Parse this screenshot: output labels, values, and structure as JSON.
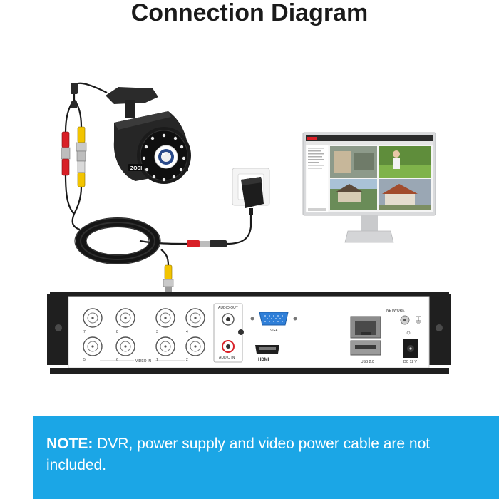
{
  "title": "Connection Diagram",
  "note": {
    "label": "NOTE:",
    "text": " DVR, power supply and video power cable are not included."
  },
  "camera": {
    "brand": "ZOSI"
  },
  "dvr": {
    "labels": {
      "audio_out": "AUDIO OUT",
      "audio_in": "AUDIO IN",
      "vga": "VGA",
      "hdmi": "HDMI",
      "network": "NETWORK",
      "usb": "USB 2.0",
      "dc": "DC 12 V",
      "video_in": "VIDEO IN"
    },
    "channels_top": [
      "7",
      "8",
      "3",
      "4"
    ],
    "channels_bottom": [
      "5",
      "6",
      "1",
      "2"
    ]
  },
  "colors": {
    "note_bg": "#1ba6e6",
    "cable": "#1a1a1a",
    "bnc_yellow": "#f2c400",
    "power_red": "#d81f26"
  }
}
